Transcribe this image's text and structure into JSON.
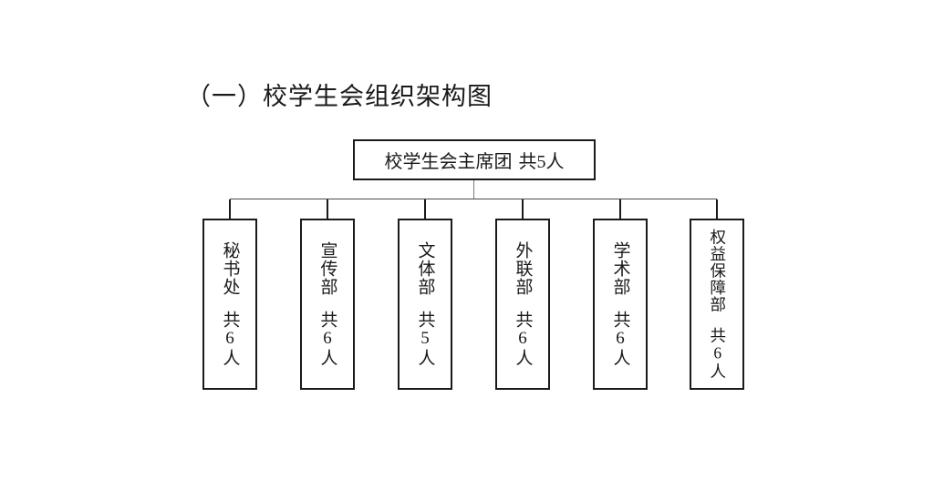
{
  "title": "（一）校学生会组织架构图",
  "org": {
    "root": {
      "name": "校学生会主席团",
      "count": "共5人"
    },
    "departments": [
      {
        "name": "秘书处",
        "count": "共6人"
      },
      {
        "name": "宣传部",
        "count": "共6人"
      },
      {
        "name": "文体部",
        "count": "共5人"
      },
      {
        "name": "外联部",
        "count": "共6人"
      },
      {
        "name": "学术部",
        "count": "共6人"
      },
      {
        "name": "权益保障部",
        "count": "共6人"
      }
    ]
  },
  "colors": {
    "line": "#4a4a4a",
    "border": "#1a1a1a",
    "text": "#1a1a1a",
    "background": "#ffffff"
  }
}
